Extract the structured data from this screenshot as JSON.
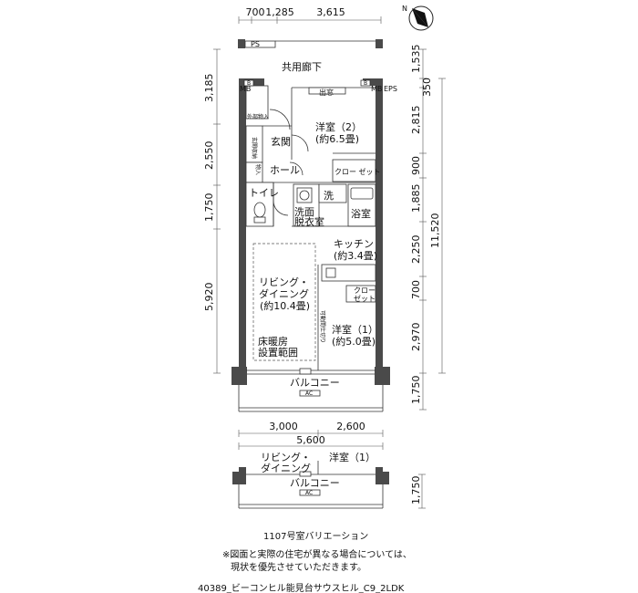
{
  "top_dims": [
    "700",
    "1,285",
    "3,615"
  ],
  "left_dims": [
    "3,185",
    "2,550",
    "1,750",
    "5,920"
  ],
  "right_dims": [
    "1,535",
    "350",
    "2,815",
    "900",
    "1,885",
    "2,250",
    "700",
    "2,970",
    "1,750"
  ],
  "right_total": "11,520",
  "bottom_dims": [
    "3,000",
    "2,600"
  ],
  "bottom_total": "5,600",
  "variation_dim": "1,750",
  "labels": {
    "ps": "PS",
    "corridor": "共用廊下",
    "mb_left": "MB",
    "mb_right": "MB",
    "eps": "EPS",
    "mb_box_left": "B",
    "mb_box_right": "B",
    "demado": "出窓",
    "outdoor_storage": "外部物入",
    "genkan_storage": "玄関収納",
    "genkan": "玄関",
    "storage": "物入",
    "hall": "ホール",
    "toilet": "トイレ",
    "bedroom2_name": "洋室（2）",
    "bedroom2_size": "(約6.5畳)",
    "closet1": "クロー ゼット",
    "wash": "洗",
    "washroom": "洗面",
    "dressing": "脱衣室",
    "bath": "浴室",
    "kitchen_name": "キッチン",
    "kitchen_size": "(約3.4畳)",
    "living_name1": "リビング・",
    "living_name2": "ダイニング",
    "living_size": "(約10.4畳)",
    "closet2a": "クロー",
    "closet2b": "ゼット",
    "bedroom1_name": "洋室（1）",
    "bedroom1_size": "(約5.0畳)",
    "floor_heat1": "床暖房",
    "floor_heat2": "設置範囲",
    "partition_note": "可動間仕切り",
    "balcony": "バルコニー",
    "ac": "AC",
    "var_living1": "リビング・",
    "var_living2": "ダイニング",
    "var_bedroom": "洋室（1）",
    "var_balcony": "バルコニー",
    "var_ac": "AC",
    "variation_caption": "1107号室バリエーション",
    "note1": "※図面と実際の住宅が異なる場合については、",
    "note2": "現状を優先させていただきます。",
    "footer": "40389_ビーコンヒル能見台サウスヒル_C9_2LDK",
    "north": "N"
  }
}
